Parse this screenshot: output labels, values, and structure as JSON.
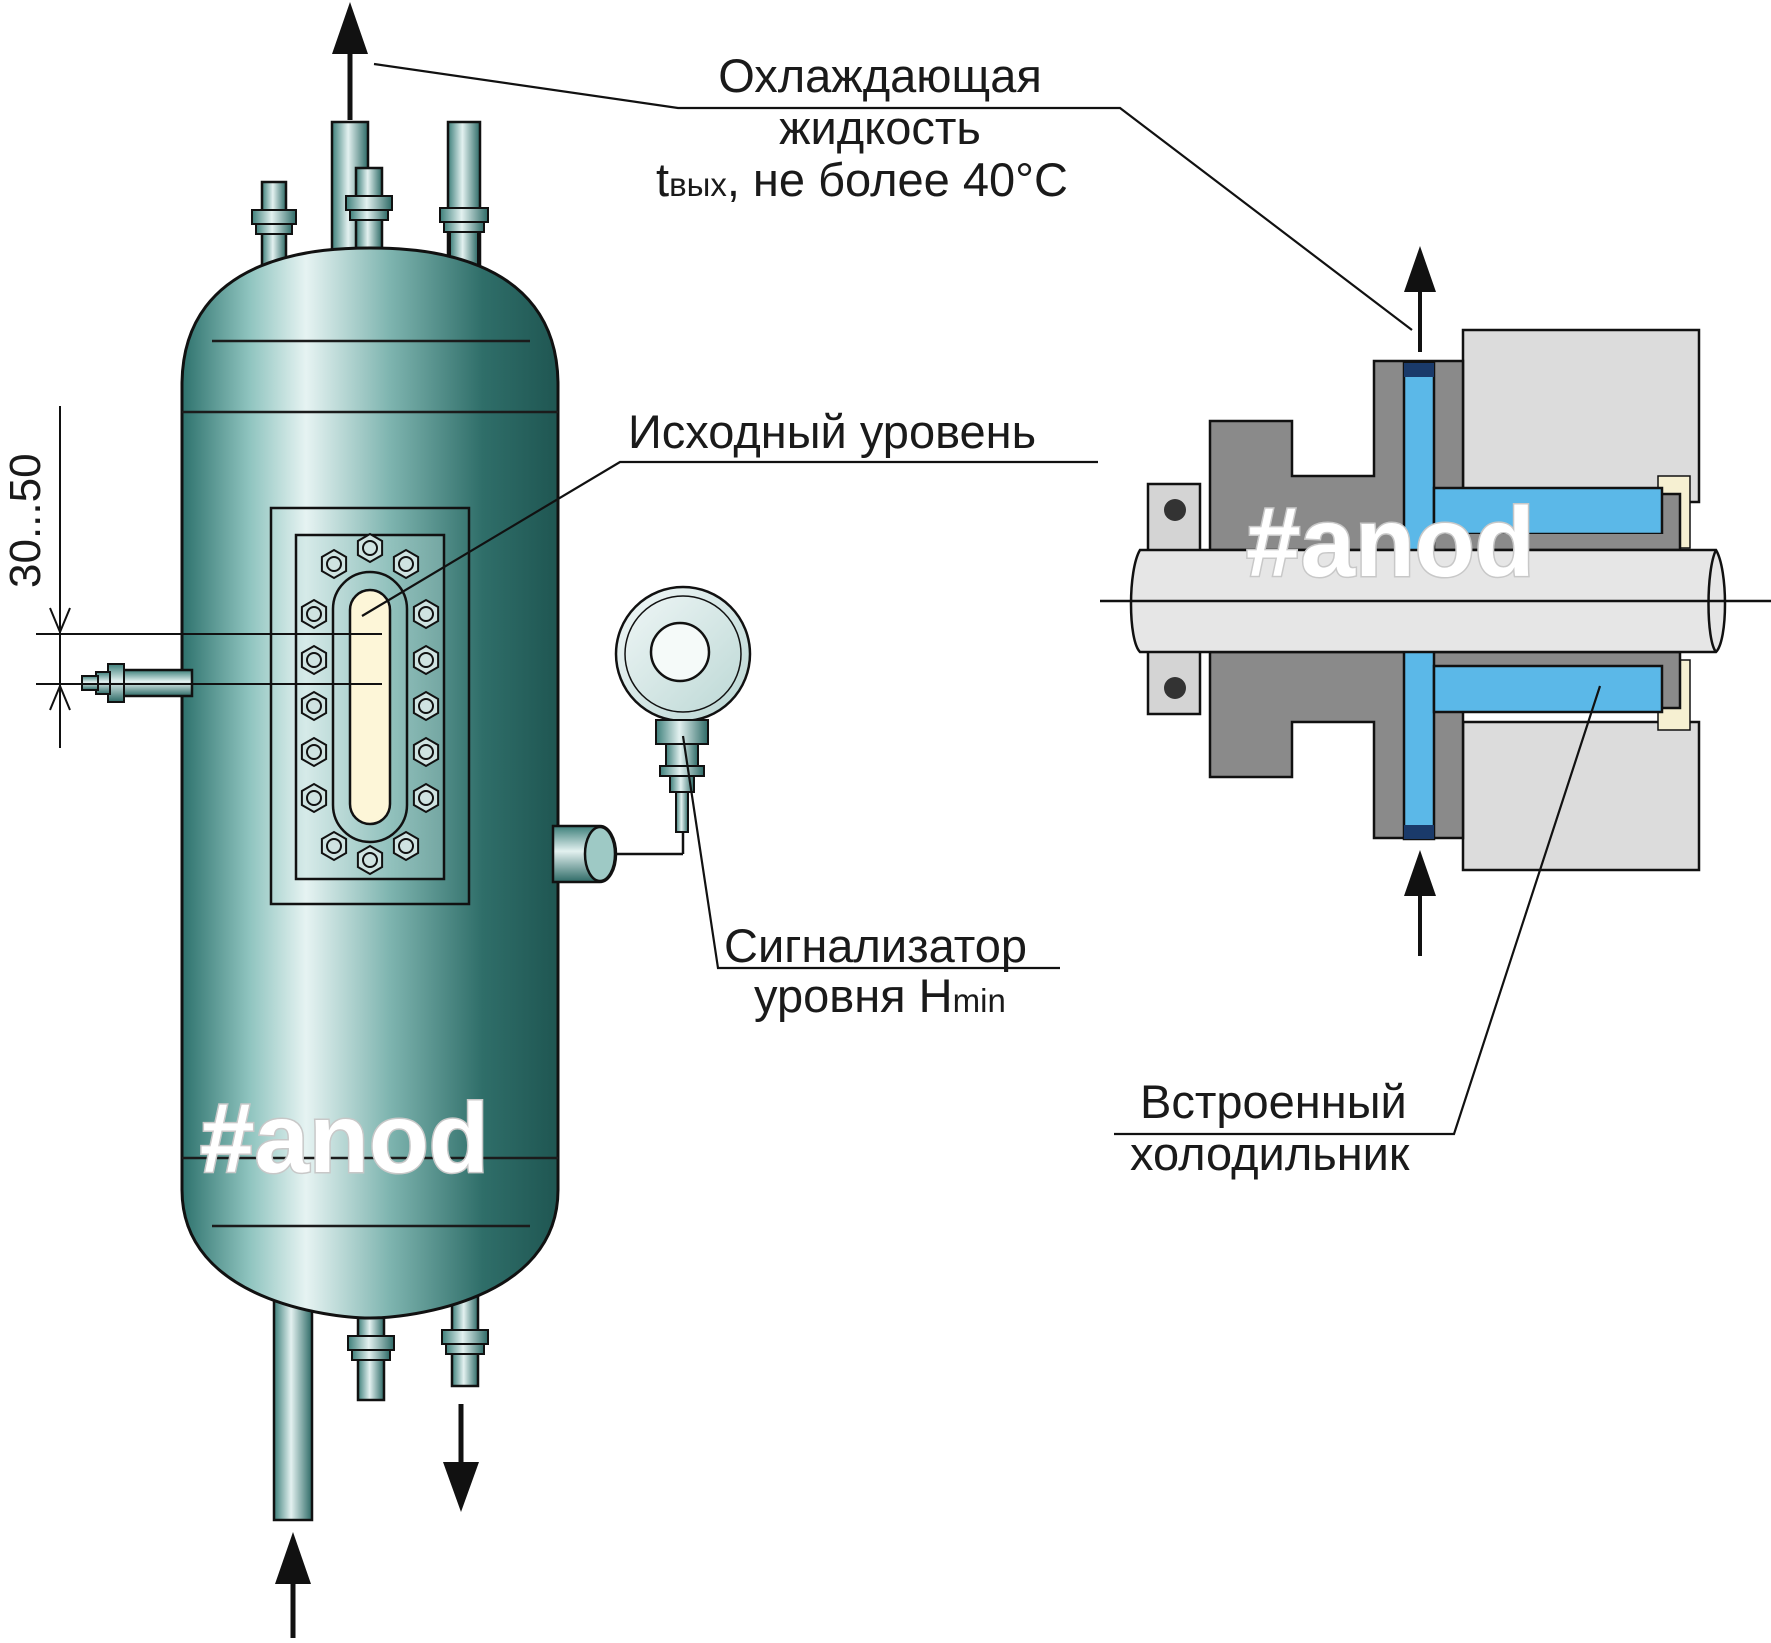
{
  "labels": {
    "coolant_line1": "Охлаждающая",
    "coolant_line2": "жидкость",
    "coolant_t": "t",
    "coolant_t_sub": "вых",
    "coolant_rest": ", не более 40°С",
    "initial_level": "Исходный уровень",
    "signaler_line1": "Сигнализатор",
    "signaler_line2": "уровня H",
    "signaler_sub": "min",
    "cooler_line1": "Встроенный",
    "cooler_line2": "холодильник",
    "dimension": "30...50"
  },
  "watermark": "#anod",
  "colors": {
    "tank_dark": "#2a6e6a",
    "tank_light": "#e4f2f1",
    "coolant_blue": "#5bb8e8",
    "housing_gray": "#8a8a8a",
    "shaft_light": "#e8e8e8",
    "glass": "#fdf6d8",
    "seal_cream": "#f6f0d2"
  }
}
